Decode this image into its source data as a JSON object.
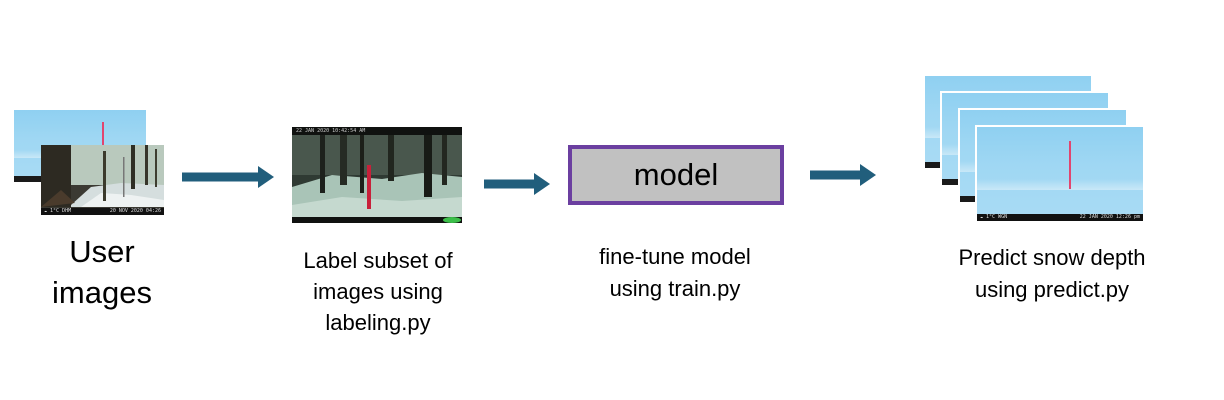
{
  "steps": {
    "user": {
      "line1": "User",
      "line2": "images"
    },
    "label": {
      "line1": "Label subset of",
      "line2": "images using",
      "line3": "labeling.py"
    },
    "finetune": {
      "line1": "fine-tune model",
      "line2": "using train.py"
    },
    "predict": {
      "line1": "Predict snow depth",
      "line2": "using predict.py"
    }
  },
  "model_box": {
    "text": "model"
  },
  "captions": {
    "night_left": "☁ 1°C   DHM",
    "night_right": "20 NOV 2020  04:26",
    "predict_left": "☁ 1°C         WGN",
    "predict_right": "22 JAN 2020  12:26 pm",
    "label_top": "22 JAN 2020 10:42:54 AM"
  },
  "colors": {
    "arrow": "#215e7c",
    "model_border": "#6b3fa0",
    "model_fill": "#c1c1c1",
    "snow_pole": "#e2456f"
  }
}
